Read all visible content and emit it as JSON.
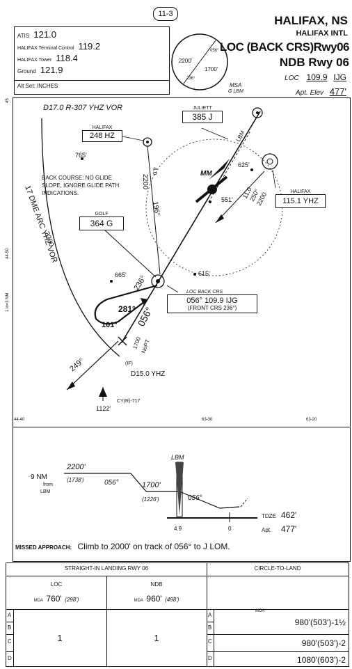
{
  "header": {
    "page_num": "11-3",
    "city": "HALIFAX, NS",
    "airport": "HALIFAX INTL",
    "approach1": "LOC (BACK CRS)Rwy06",
    "approach2": "NDB Rwy 06",
    "loc_label": "LOC",
    "loc_freq": "109.9",
    "loc_ident": "IJG",
    "elev_label": "Apt. Elev",
    "elev": "477'"
  },
  "comms": {
    "atis_label": "ATIS",
    "atis": "121.0",
    "terminal_label": "HALIFAX Terminal Control",
    "terminal": "119.2",
    "tower_label": "HALIFAX Tower",
    "tower": "118.4",
    "ground_label": "Ground",
    "ground": "121.9",
    "altset": "Alt Set: INCHES"
  },
  "msa": {
    "alt_left": "2200'",
    "alt_right": "1700'",
    "brg1": "056°",
    "brg2": "236°",
    "label": "MSA",
    "fix": "G LBM"
  },
  "plan": {
    "d17": "D17.0 R-307 YHZ VOR",
    "juliett_name": "JULIETT",
    "juliett_freq": "385 J",
    "halifax_ndb_name": "HALIFAX",
    "halifax_ndb_freq": "248 HZ",
    "golf_name": "GOLF",
    "golf_freq": "364 G",
    "halifax_vor_name": "HALIFAX",
    "halifax_vor_freq": "115.1 YHZ",
    "back_course_note": "BACK COURSE: NO GLIDE SLOPE, IGNORE GLIDE PATH INDICATIONS.",
    "arc_label": "17 DME ARC YHZ VOR",
    "arc_alt": "2200",
    "spot_765": "765'",
    "spot_665": "665'",
    "spot_615": "615'",
    "spot_625": "625'",
    "spot_551": "551'",
    "mm": "MM",
    "alt_2200_ndb": "2200",
    "alt_4_0": "4.0",
    "course_196": "196°",
    "course_236": "236°",
    "course_056": "056°",
    "proc_281": "281°",
    "proc_101": "101°",
    "alt_1700": "1700",
    "nopt": "NoPT",
    "course_249": "249°",
    "d15": "D15.0 YHZ",
    "if_label": "(IF)",
    "lbm_label": "LBM",
    "dme_11": "11.0",
    "dme_250": "250°",
    "dme_2200": "2200",
    "cy": "CY(R)-717",
    "obst": "1122'",
    "loc_bc_label": "LOC BACK CRS",
    "loc_bc_info": "056°  109.9  IJG",
    "front_crs": "(FRONT CRS 236°)",
    "lat_top": "45",
    "lat_mid": "44-50",
    "lon_left": "44-40",
    "lon_mid": "63-30",
    "lon_right": "63-20",
    "side_scale": "1 in=3 NM"
  },
  "profile": {
    "dist_label": "9 NM",
    "from": "from",
    "fix": "LBM",
    "alt1": "2200'",
    "alt1_agl": "(1738')",
    "crs1": "056°",
    "alt2": "1700'",
    "alt2_agl": "(1226')",
    "crs2": "056°",
    "lbm": "LBM",
    "dist_4": "4.9",
    "dist_0": "0",
    "tdze_label": "TDZE",
    "tdze": "462'",
    "apt_label": "Apt.",
    "apt": "477'"
  },
  "missed": {
    "label": "MISSED APPROACH:",
    "text": "Climb to 2000' on track of 056° to J LOM."
  },
  "minima": {
    "straight_header": "STRAIGHT-IN LANDING RWY 06",
    "circle_header": "CIRCLE-TO-LAND",
    "loc_label": "LOC",
    "loc_mda_label": "MDA",
    "loc_mda": "760'",
    "loc_hat": "(298')",
    "ndb_label": "NDB",
    "ndb_mda_label": "MDA",
    "ndb_mda": "960'",
    "ndb_hat": "(498')",
    "cat_a": "A",
    "cat_b": "B",
    "cat_c": "C",
    "cat_d": "D",
    "loc_vis": "1",
    "ndb_vis": "1",
    "ctl_mda_label": "MDA",
    "ctl_ab": "980'(503')-1½",
    "ctl_c": "980'(503')-2",
    "ctl_d": "1080'(603')-2"
  }
}
